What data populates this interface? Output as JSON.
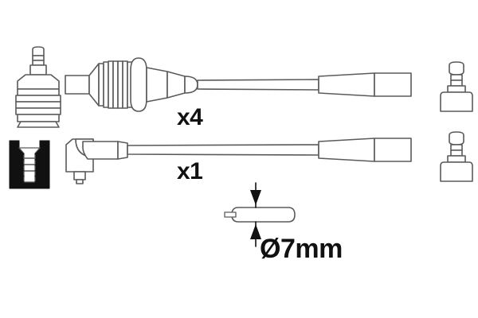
{
  "diagram": {
    "title": "Ignition cable set parts diagram",
    "background_color": "#ffffff",
    "line_color": "#5a5a5a",
    "fill_color": "#ffffff",
    "accent_color": "#111111"
  },
  "labels": {
    "quantity_cable_straight": "x4",
    "quantity_cable_angled": "x1",
    "diameter_callout": "Ø7mm"
  },
  "parts": [
    {
      "id": "boot-ribbed-left",
      "name": "ribbed spark plug boot",
      "position": "upper-left"
    },
    {
      "id": "socket-cross-section",
      "name": "connector socket cross section",
      "position": "lower-left"
    },
    {
      "id": "cable-straight",
      "name": "straight ignition cable",
      "position": "upper-center",
      "quantity": "x4"
    },
    {
      "id": "cable-angled",
      "name": "right angle ignition cable",
      "position": "lower-center",
      "quantity": "x1"
    },
    {
      "id": "terminal-upper-right",
      "name": "terminal boot",
      "position": "upper-right"
    },
    {
      "id": "terminal-lower-right",
      "name": "terminal boot",
      "position": "lower-right"
    },
    {
      "id": "cable-diameter-detail",
      "name": "cable diameter detail",
      "position": "bottom-center",
      "value": "Ø7mm"
    }
  ]
}
